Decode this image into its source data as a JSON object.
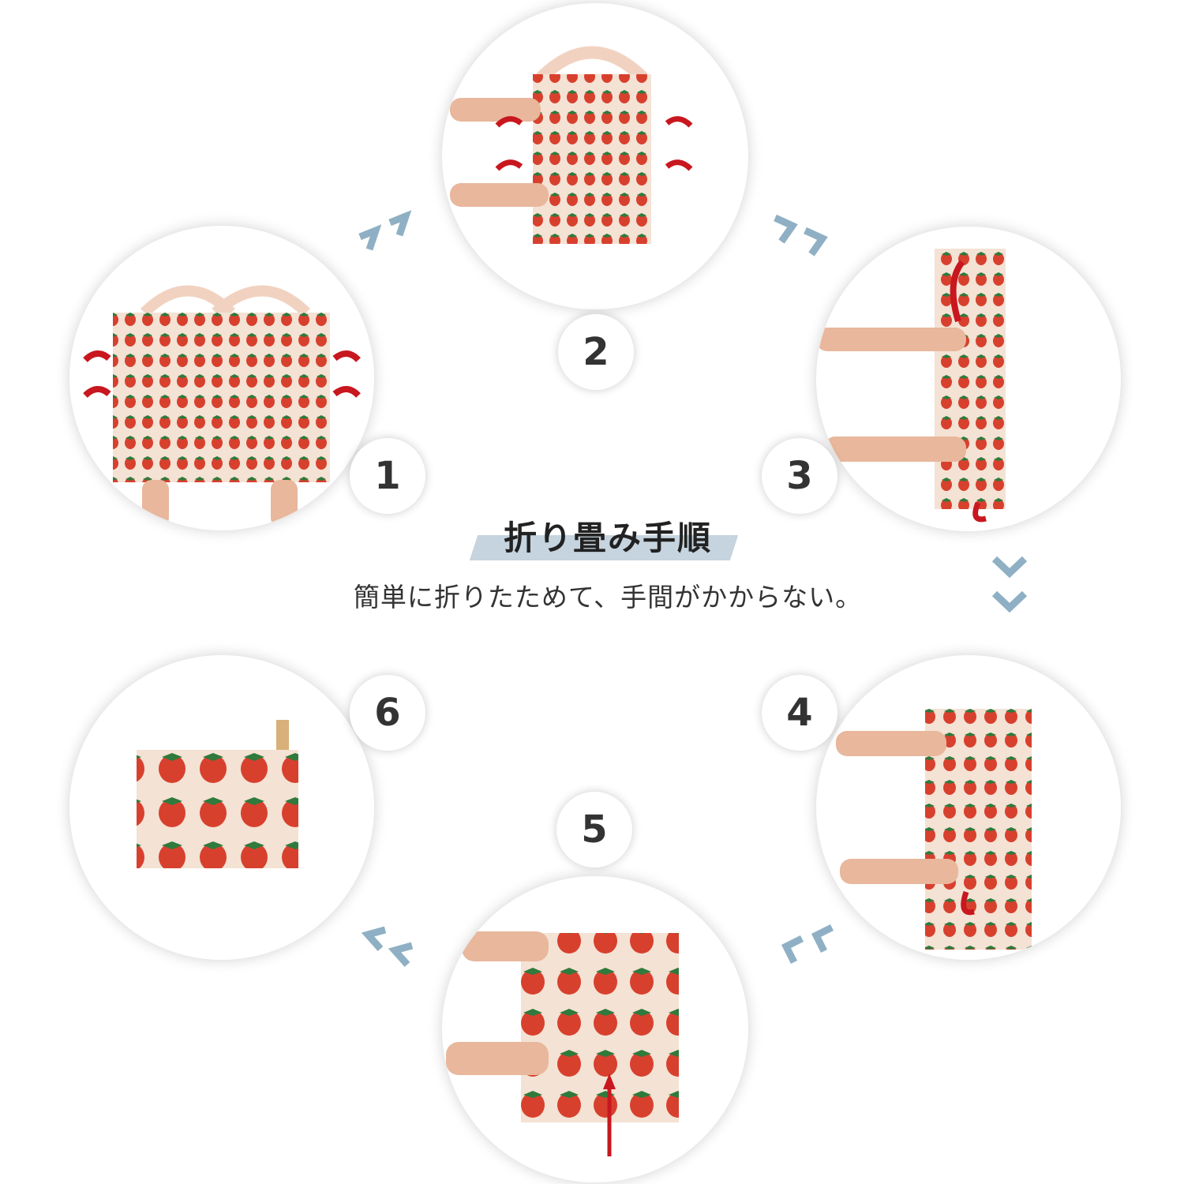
{
  "heading": {
    "title": "折り畳み手順",
    "subtitle": "簡単に折りたためて、手間がかからない。"
  },
  "steps": [
    {
      "number": "1"
    },
    {
      "number": "2"
    },
    {
      "number": "3"
    },
    {
      "number": "4"
    },
    {
      "number": "5"
    },
    {
      "number": "6"
    }
  ],
  "colors": {
    "arrow_blue": "#8fb0c4",
    "title_bar": "#c5d4de",
    "fold_arrow_red": "#c8171e",
    "bag_base": "#f4e2d4",
    "strawberry_red": "#d8402e",
    "leaf_green": "#2f7a3c"
  }
}
